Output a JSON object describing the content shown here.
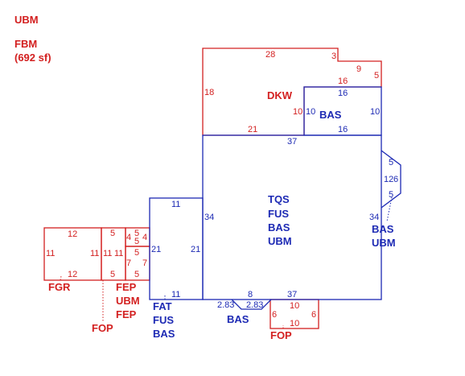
{
  "header": {
    "ubm": "UBM",
    "fbm_line1": "FBM",
    "fbm_line2": "(692 sf)"
  },
  "areas": {
    "dkw": "DKW",
    "bas_top": "BAS",
    "main_1": "TQS",
    "main_2": "FUS",
    "main_3": "BAS",
    "main_4": "UBM",
    "bay_1": "BAS",
    "bay_2": "UBM",
    "fat_1": "FAT",
    "fat_2": "FUS",
    "fat_3": "BAS",
    "bas_bottom": "BAS",
    "fop_right": "FOP",
    "fgr": "FGR",
    "fep_1": "FEP",
    "fep_2": "UBM",
    "fep_3": "FEP",
    "fop_left": "FOP"
  },
  "dims": {
    "dkw_top": "28",
    "dkw_step1": "3",
    "dkw_step2": "9",
    "dkw_step3": "5",
    "dkw_left": "18",
    "dkw_bottom": "21",
    "dkw_16": "16",
    "dkw_10": "10",
    "bas_top_16": "16",
    "bas_top_left": "10",
    "bas_top_right": "10",
    "bas_top_bottom": "16",
    "main_top": "37",
    "main_left": "34",
    "main_right": "34",
    "main_bottom_8": "8",
    "main_bottom_37": "37",
    "bay_5_top": "5",
    "bay_12": "12",
    "bay_6": "6",
    "bay_5_bottom": "5",
    "fat_top": "11",
    "fat_left": "21",
    "fat_right": "21",
    "fat_bottom": "11",
    "tri_283_left": "2.83",
    "tri_283_right": "2.83",
    "fop_10_top": "10",
    "fop_6_left": "6",
    "fop_6_right": "6",
    "fop_10_bottom": "10",
    "fgr_top": "12",
    "fgr_left": "11",
    "fgr_right": "11",
    "fgr_bottom": "12",
    "fep_5_top": "5",
    "fep_11_left": "11",
    "fep_11_right": "11",
    "fep_5_bottom": "5",
    "sm_4_left": "4",
    "sm_5_top": "5",
    "sm_4_right": "4",
    "sm_5_mid": "5",
    "sm2_5_top": "5",
    "sm2_7_left": "7",
    "sm2_7_right": "7",
    "sm2_5_bottom": "5"
  }
}
